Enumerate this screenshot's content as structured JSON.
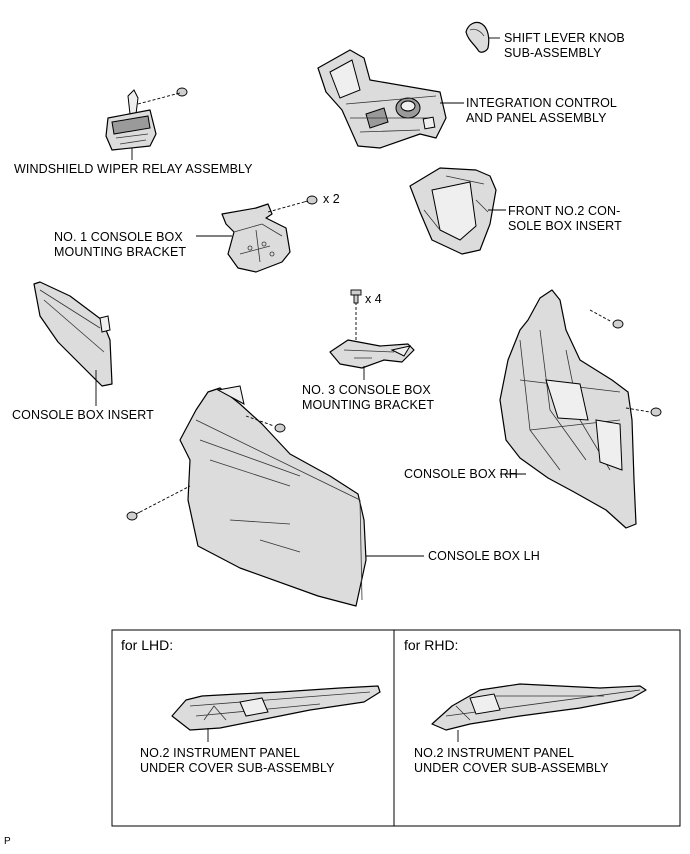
{
  "labels": {
    "shift_lever_knob": [
      "SHIFT LEVER KNOB",
      "SUB-ASSEMBLY"
    ],
    "integration_control": [
      "INTEGRATION CONTROL",
      "AND PANEL ASSEMBLY"
    ],
    "wiper_relay": [
      "WINDSHIELD WIPER RELAY ASSEMBLY"
    ],
    "front_no2_insert": [
      "FRONT NO.2 CON-",
      "SOLE BOX INSERT"
    ],
    "no1_bracket": [
      "NO. 1 CONSOLE BOX",
      "MOUNTING BRACKET"
    ],
    "no3_bracket": [
      "NO. 3 CONSOLE BOX",
      "MOUNTING BRACKET"
    ],
    "console_box_insert": [
      "CONSOLE BOX INSERT"
    ],
    "console_box_rh": [
      "CONSOLE BOX RH"
    ],
    "console_box_lh": [
      "CONSOLE BOX LH"
    ],
    "lhd_cover": [
      "NO.2 INSTRUMENT PANEL",
      "UNDER COVER SUB-ASSEMBLY"
    ],
    "rhd_cover": [
      "NO.2 INSTRUMENT PANEL",
      "UNDER COVER SUB-ASSEMBLY"
    ]
  },
  "quantities": {
    "no1_bracket_bolts": "x 2",
    "no3_bracket_bolts": "x 4"
  },
  "panels": {
    "lhd_title": "for LHD:",
    "rhd_title": "for RHD:"
  },
  "footer": "P"
}
